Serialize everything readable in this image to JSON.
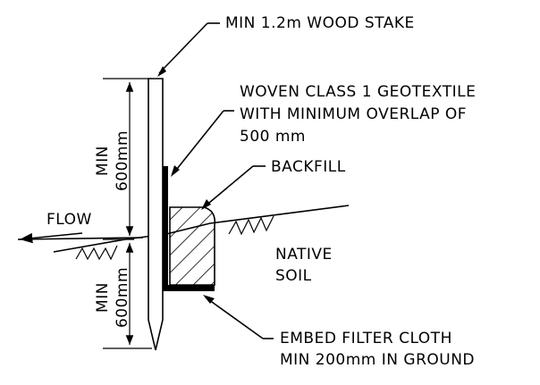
{
  "labels": {
    "stake": "MIN 1.2m WOOD STAKE",
    "geotextile_line1": "WOVEN CLASS 1 GEOTEXTILE",
    "geotextile_line2": "WITH MINIMUM OVERLAP OF",
    "geotextile_line3": "500 mm",
    "backfill": "BACKFILL",
    "flow": "FLOW",
    "native_line1": "NATIVE",
    "native_line2": "SOIL",
    "embed_line1": "EMBED FILTER CLOTH",
    "embed_line2": "MIN 200mm IN GROUND",
    "dim_upper_line1": "MIN",
    "dim_upper_line2": "600mm",
    "dim_lower_line1": "MIN",
    "dim_lower_line2": "600mm"
  }
}
